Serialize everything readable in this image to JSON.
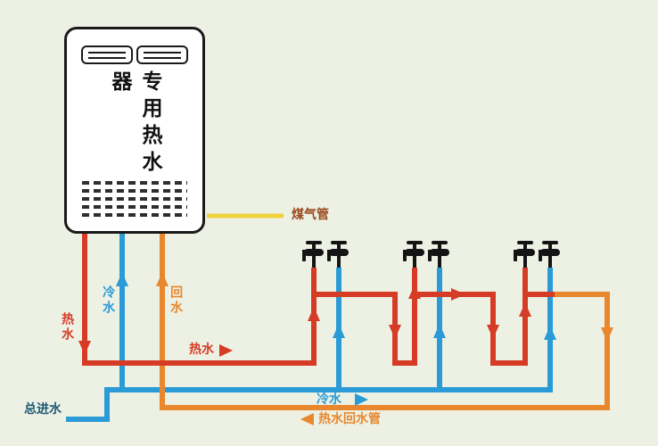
{
  "colors": {
    "page": "#edf1e4",
    "hot": "#d63b26",
    "cold": "#2a9bd6",
    "return": "#e8872d",
    "gas": "#f0d23e",
    "tap": "#141414",
    "gas_label": "#9a4a20",
    "inlet_label": "#1c5a74"
  },
  "heater": {
    "label": "专用热水器"
  },
  "labels": {
    "gas_pipe": "煤气管",
    "hot_water_out": "热水",
    "cold_water_in": "冷水",
    "return_water": "回水",
    "hot_water_branch": "热水",
    "cold_water_branch": "冷水",
    "hot_return_pipe": "热水回水管",
    "main_inlet": "总进水"
  }
}
